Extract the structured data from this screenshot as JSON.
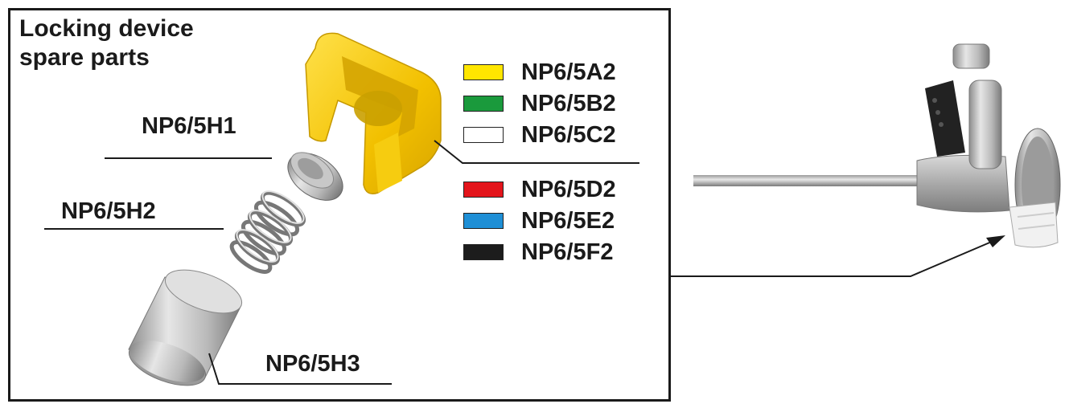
{
  "title": {
    "line1": "Locking device",
    "line2": "spare parts"
  },
  "part_labels": {
    "h1": "NP6/5H1",
    "h2": "NP6/5H2",
    "h3": "NP6/5H3"
  },
  "color_options": [
    {
      "code": "NP6/5A2",
      "color": "#ffe600"
    },
    {
      "code": "NP6/5B2",
      "color": "#1a9a3c"
    },
    {
      "code": "NP6/5C2",
      "color": "#ffffff"
    },
    {
      "code": "NP6/5D2",
      "color": "#e3141b"
    },
    {
      "code": "NP6/5E2",
      "color": "#1e8fd6"
    },
    {
      "code": "NP6/5F2",
      "color": "#1c1c1c"
    }
  ]
}
